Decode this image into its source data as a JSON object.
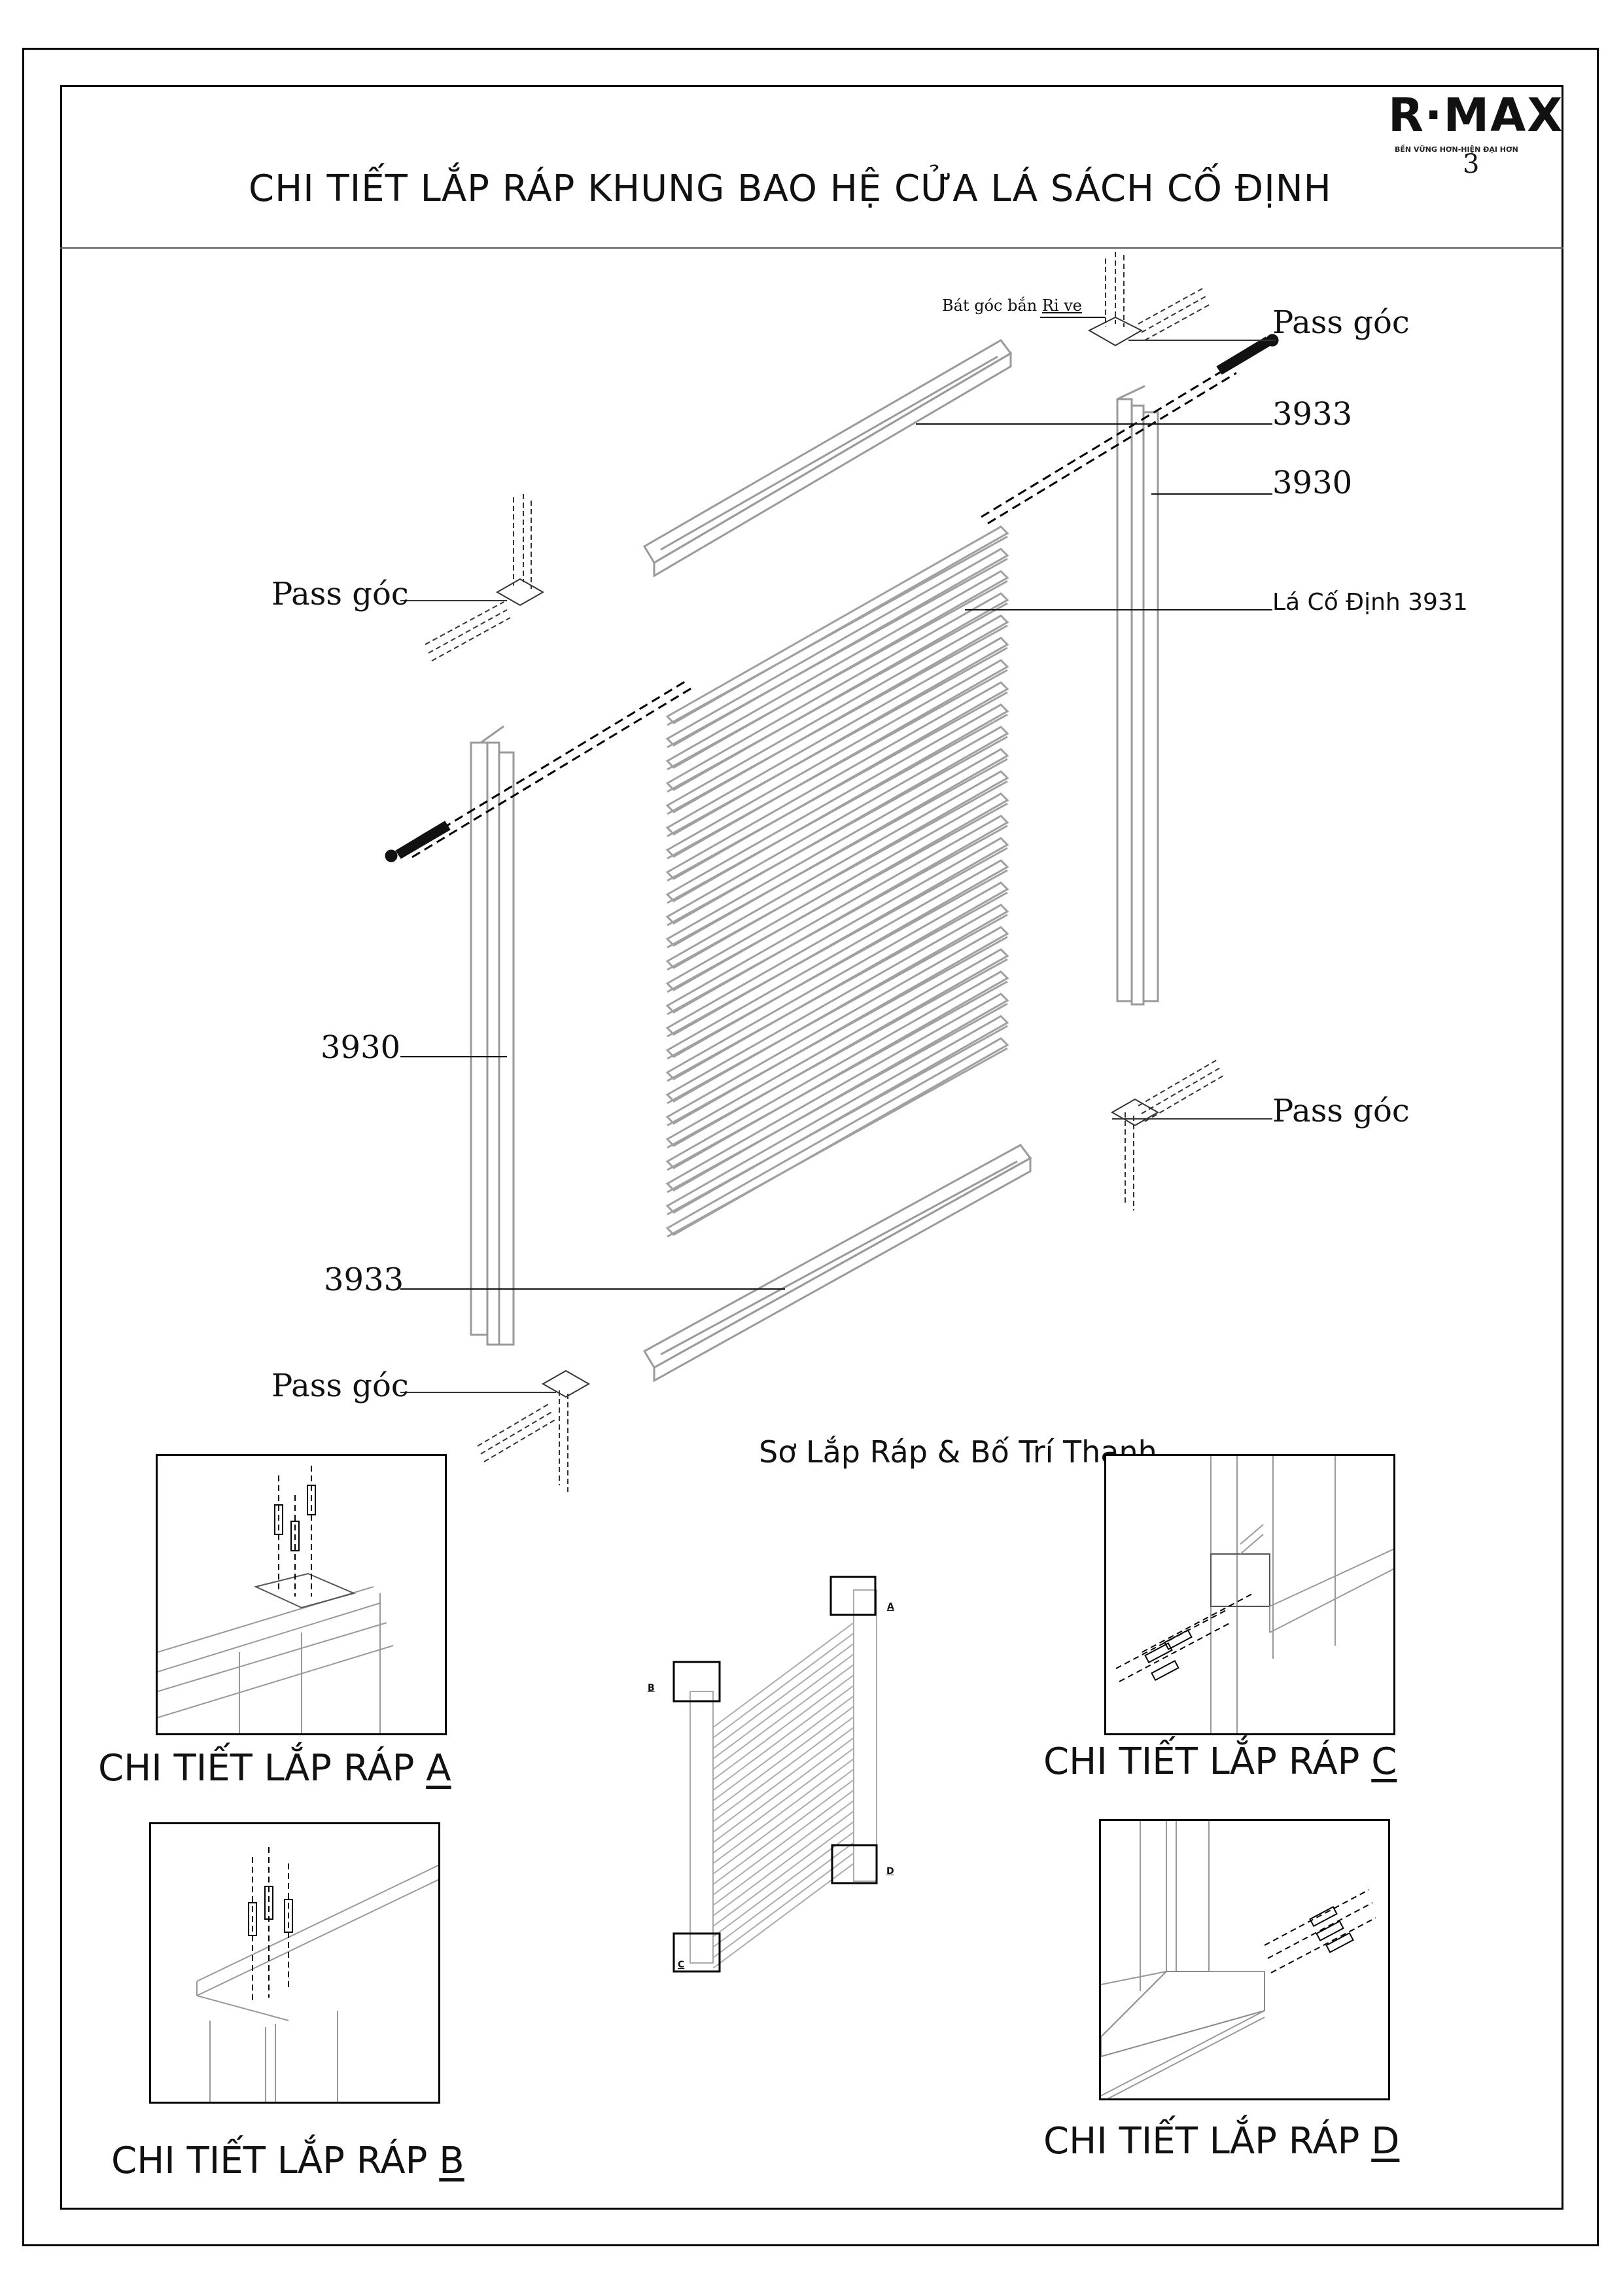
{
  "title": "CHI TIẾT  LẮP RÁP KHUNG BAO HỆ CỬA LÁ SÁCH CỐ ĐỊNH",
  "logo": {
    "brand": "R·MAX",
    "tagline": "BỀN VỮNG HƠN-HIỆN ĐẠI HƠN"
  },
  "page_number": "3",
  "labels": {
    "bat_goc": "Bát góc bắn",
    "ri_ve": "Ri ve",
    "pass_goc_top_right": "Pass góc",
    "part_3933_top": "3933",
    "part_3930_right": "3930",
    "la_co_dinh": "Lá Cố Định 3931",
    "pass_goc_left_upper": "Pass góc",
    "part_3930_left": "3930",
    "pass_goc_right_lower": "Pass góc",
    "part_3933_bottom": "3933",
    "pass_goc_left_lower": "Pass góc",
    "layout_title": "Sơ Lắp Ráp & Bố Trí Thanh"
  },
  "markers": {
    "a": "A",
    "b": "B",
    "c": "C",
    "d": "D"
  },
  "captions": {
    "a_prefix": "CHI TIẾT  LẮP RÁP ",
    "a_letter": "A",
    "b_prefix": "CHI TIẾT  LẮP RÁP ",
    "b_letter": "B",
    "c_prefix": "CHI TIẾT  LẮP RÁP ",
    "c_letter": "C",
    "d_prefix": "CHI TIẾT  LẮP RÁP ",
    "d_letter": "D"
  }
}
